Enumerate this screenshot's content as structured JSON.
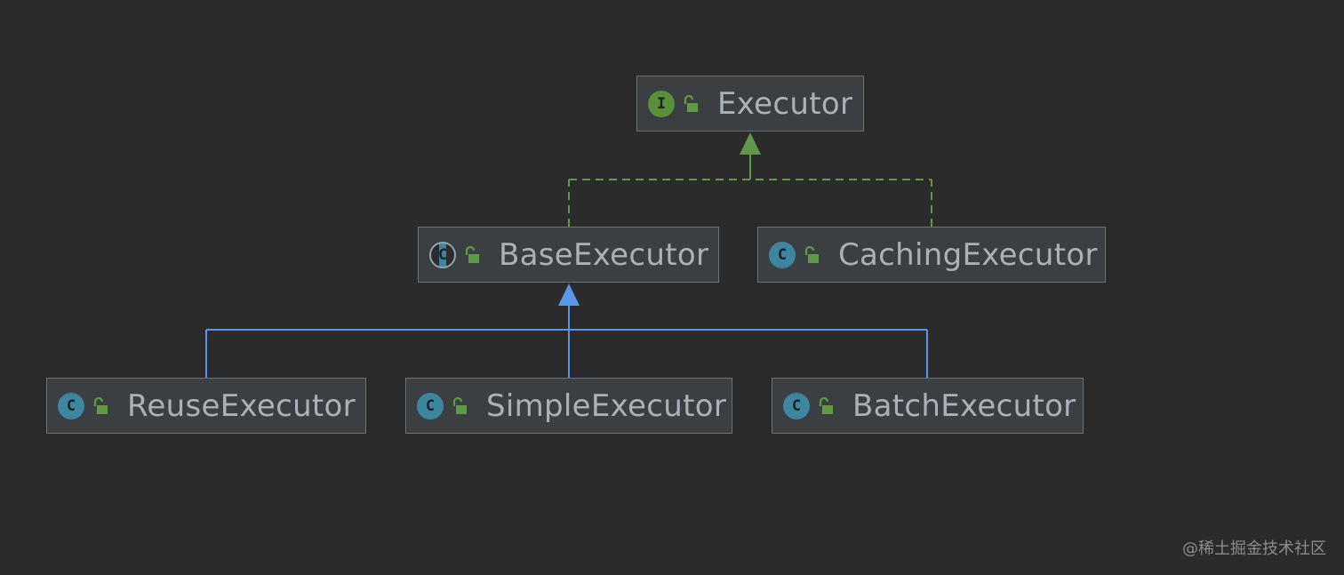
{
  "diagram": {
    "nodes": [
      {
        "id": "executor",
        "label": "Executor",
        "kind": "interface",
        "kind_letter": "I",
        "visibility_icon": "unlocked-icon"
      },
      {
        "id": "base",
        "label": "BaseExecutor",
        "kind": "abstract-class",
        "kind_letter": "C",
        "visibility_icon": "unlocked-icon"
      },
      {
        "id": "caching",
        "label": "CachingExecutor",
        "kind": "class",
        "kind_letter": "C",
        "visibility_icon": "unlocked-icon"
      },
      {
        "id": "reuse",
        "label": "ReuseExecutor",
        "kind": "class",
        "kind_letter": "C",
        "visibility_icon": "unlocked-icon"
      },
      {
        "id": "simple",
        "label": "SimpleExecutor",
        "kind": "class",
        "kind_letter": "C",
        "visibility_icon": "unlocked-icon"
      },
      {
        "id": "batch",
        "label": "BatchExecutor",
        "kind": "class",
        "kind_letter": "C",
        "visibility_icon": "unlocked-icon"
      }
    ],
    "edges": [
      {
        "from": "base",
        "to": "executor",
        "type": "implements",
        "style": "dashed",
        "color": "#5e9a47"
      },
      {
        "from": "caching",
        "to": "executor",
        "type": "implements",
        "style": "dashed",
        "color": "#5e9a47"
      },
      {
        "from": "reuse",
        "to": "base",
        "type": "extends",
        "style": "solid",
        "color": "#5897e8"
      },
      {
        "from": "simple",
        "to": "base",
        "type": "extends",
        "style": "solid",
        "color": "#5897e8"
      },
      {
        "from": "batch",
        "to": "base",
        "type": "extends",
        "style": "solid",
        "color": "#5897e8"
      }
    ]
  },
  "colors": {
    "background": "#2b2b2b",
    "node_fill": "#3c3f41",
    "node_border": "#6f7173",
    "label_text": "#aab1b8",
    "interface_icon": "#5a8f3c",
    "class_icon": "#3e86a0",
    "lock_icon": "#5e9a47"
  },
  "watermark": "@稀土掘金技术社区"
}
